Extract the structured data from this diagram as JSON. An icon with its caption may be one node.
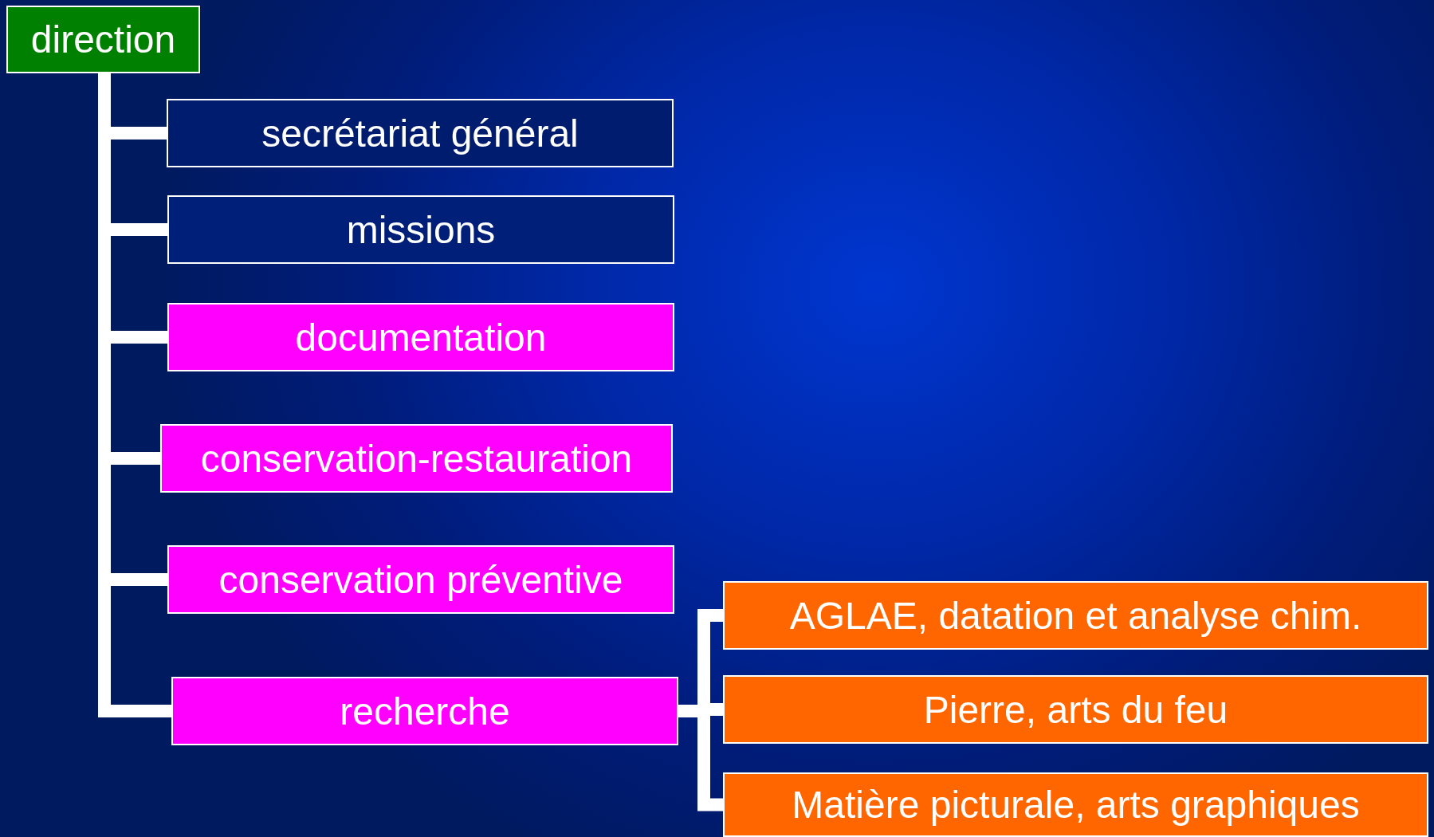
{
  "diagram": {
    "nodes": [
      {
        "text": [
          "direction"
        ]
      },
      {
        "text": [
          "secrétariat général"
        ]
      },
      {
        "text": [
          "missions"
        ]
      },
      {
        "text": [
          "documentation"
        ]
      },
      {
        "text": [
          "conservation-restauration"
        ]
      },
      {
        "text": [
          "conservation préventive"
        ]
      },
      {
        "text": [
          "recherche"
        ]
      },
      {
        "text": [
          "AGLAE, datation et analyse chim."
        ]
      },
      {
        "text": [
          "Pierre, arts du feu"
        ]
      },
      {
        "text": [
          "Matière picturale, arts graphiques"
        ]
      }
    ],
    "edges": [
      {
        "from": 0,
        "to": 1,
        "arrow": "none"
      },
      {
        "from": 0,
        "to": 2,
        "arrow": "none"
      },
      {
        "from": 0,
        "to": 3,
        "arrow": "none"
      },
      {
        "from": 0,
        "to": 4,
        "arrow": "none"
      },
      {
        "from": 0,
        "to": 5,
        "arrow": "none"
      },
      {
        "from": 0,
        "to": 6,
        "arrow": "none"
      },
      {
        "from": 6,
        "to": 7,
        "arrow": "none"
      },
      {
        "from": 6,
        "to": 8,
        "arrow": "none"
      },
      {
        "from": 6,
        "to": 9,
        "arrow": "none"
      }
    ]
  }
}
